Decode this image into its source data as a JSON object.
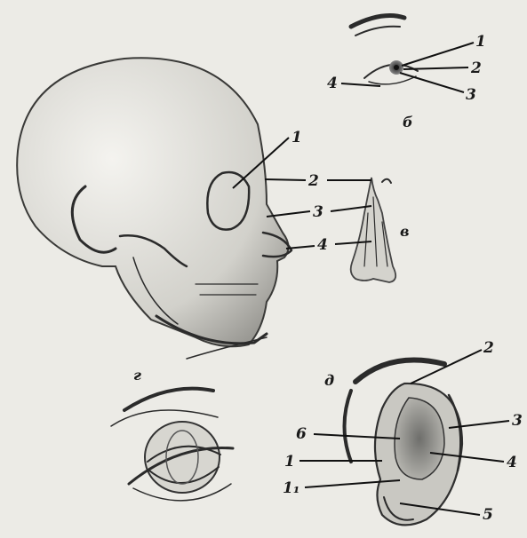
{
  "figure": {
    "sections": [
      {
        "id": "b",
        "letter": "б",
        "labels": [
          "1",
          "2",
          "3",
          "4"
        ]
      },
      {
        "id": "v",
        "letter": "в",
        "labels": [
          "2",
          "3",
          "4"
        ]
      },
      {
        "id": "skull",
        "labels": [
          "1"
        ]
      },
      {
        "id": "g",
        "letter": "г",
        "labels": []
      },
      {
        "id": "d",
        "letter": "д",
        "labels": [
          "2",
          "3",
          "6",
          "4",
          "1",
          "1₁",
          "5"
        ]
      }
    ]
  },
  "colors": {
    "paper": "#ecebe6",
    "ink": "#2b2b2b",
    "shade": "#8c8c8c"
  }
}
